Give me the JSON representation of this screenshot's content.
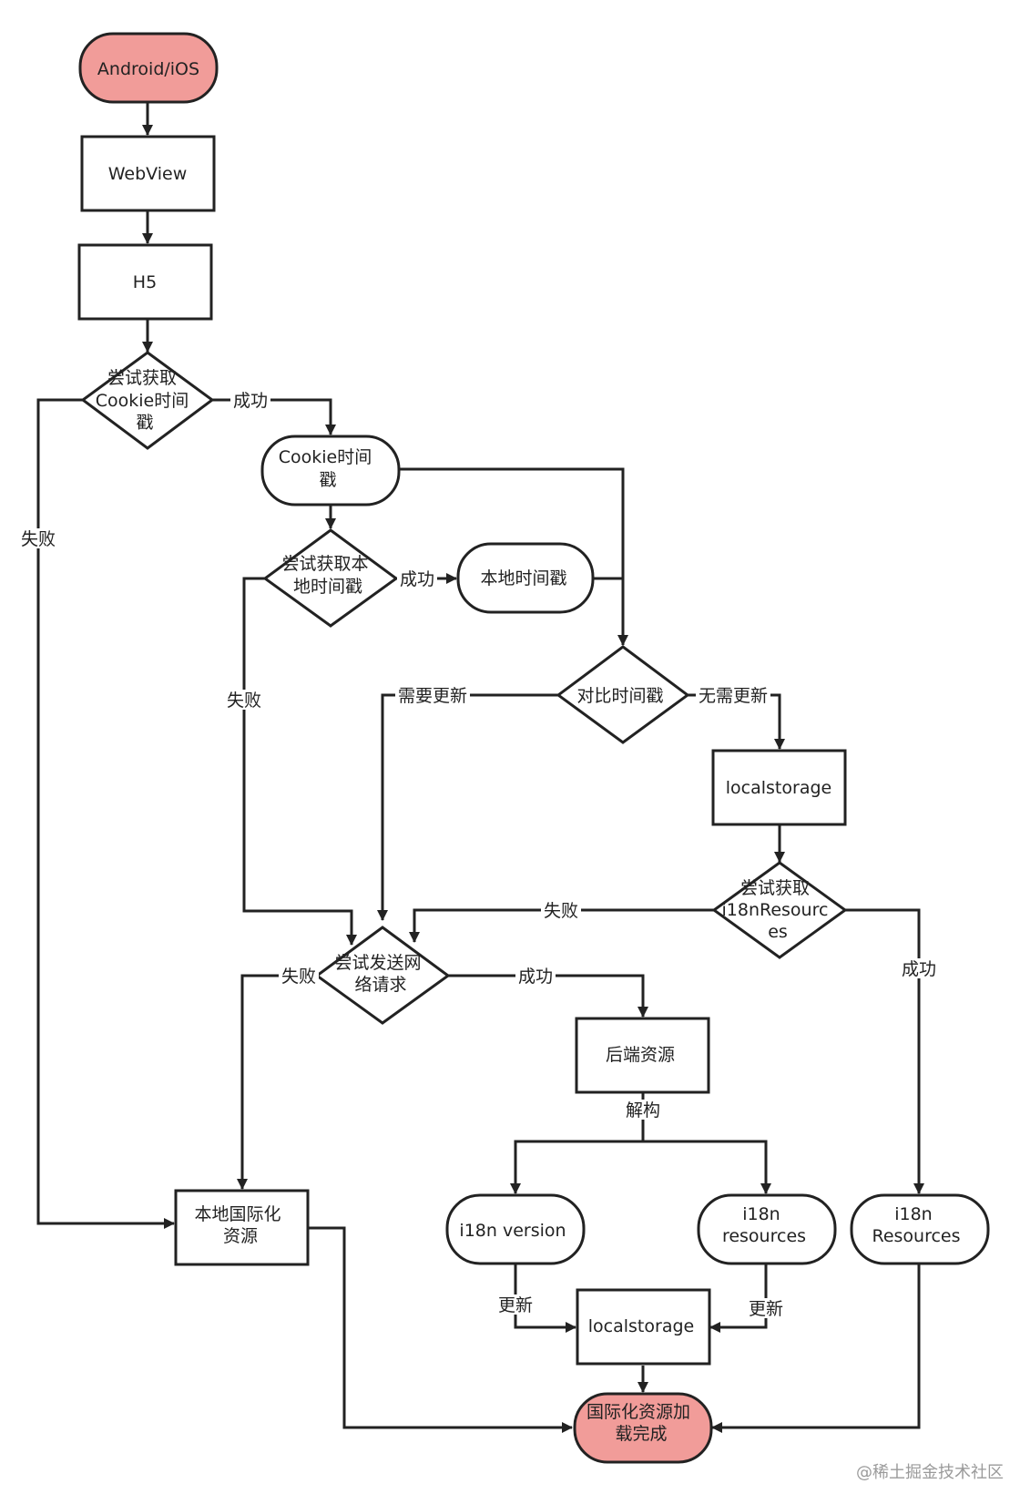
{
  "colors": {
    "stroke": "#222222",
    "highlight_fill": "#f19c99",
    "fill": "#ffffff",
    "text": "#222222"
  },
  "nodes": {
    "start": "Android/iOS",
    "webview": "WebView",
    "h5": "H5",
    "try_cookie": [
      "尝试获取",
      "Cookie时间",
      "戳"
    ],
    "cookie_ts": [
      "Cookie时间",
      "戳"
    ],
    "try_local": [
      "尝试获取本",
      "地时间戳"
    ],
    "local_ts": "本地时间戳",
    "compare": "对比时间戳",
    "localstorage1": "localstorage",
    "try_i18n": [
      "尝试获取",
      "i18nResourc",
      "es"
    ],
    "try_net": [
      "尝试发送网",
      "络请求"
    ],
    "backend": "后端资源",
    "local_i18n": [
      "本地国际化",
      "资源"
    ],
    "i18n_version": "i18n version",
    "i18n_resources": [
      "i18n",
      "resources"
    ],
    "i18n_Resources": [
      "i18n",
      "Resources"
    ],
    "localstorage2": "localstorage",
    "done": [
      "国际化资源加",
      "载完成"
    ]
  },
  "edge_labels": {
    "cookie_success": "成功",
    "cookie_fail": "失败",
    "local_success": "成功",
    "local_fail": "失败",
    "need_update": "需要更新",
    "no_update": "无需更新",
    "i18n_fail": "失败",
    "i18n_success": "成功",
    "net_fail": "失败",
    "net_success": "成功",
    "destructure": "解构",
    "update_left": "更新",
    "update_right": "更新"
  },
  "watermark": "@稀土掘金技术社区"
}
